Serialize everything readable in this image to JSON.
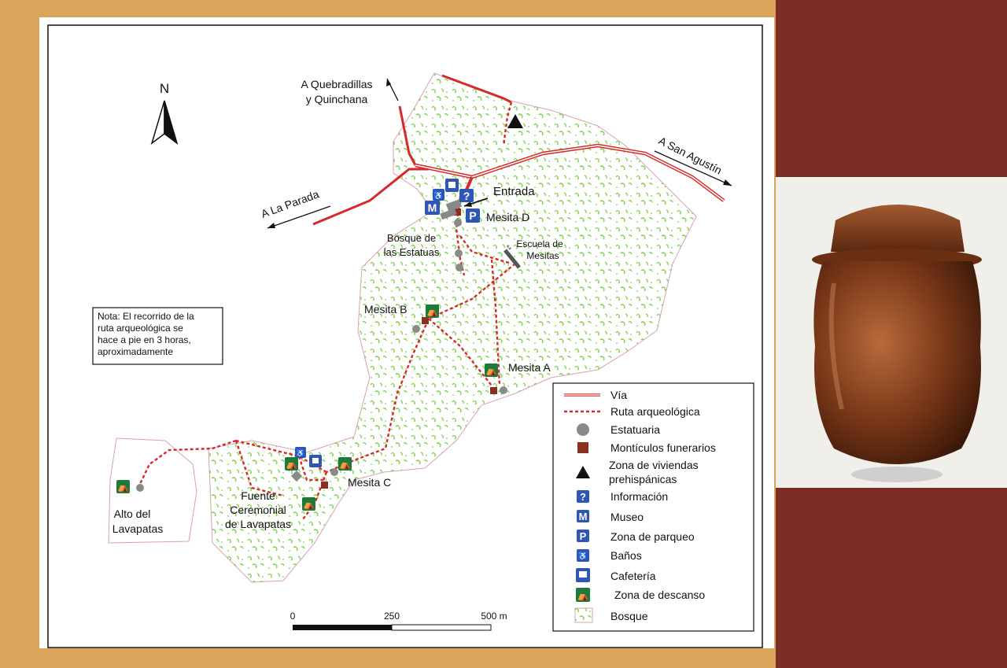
{
  "map": {
    "north_label": "N",
    "destinations": {
      "quebradillas_line1": "A Quebradillas",
      "quebradillas_line2": "y Quinchana",
      "san_agustin": "A San Agustín",
      "la_parada": "A La Parada"
    },
    "sites": {
      "entrada": "Entrada",
      "mesita_d": "Mesita D",
      "bosque_line1": "Bosque de",
      "bosque_line2": "las Estatuas",
      "escuela_line1": "Escuela de",
      "escuela_line2": "Mesitas",
      "mesita_b": "Mesita B",
      "mesita_a": "Mesita A",
      "mesita_c": "Mesita C",
      "fuente_line1": "Fuente",
      "fuente_line2": "Ceremonial",
      "fuente_line3": "de Lavapatas",
      "alto_line1": "Alto del",
      "alto_line2": "Lavapatas"
    },
    "note_lines": [
      "Nota: El recorrido de la",
      "ruta arqueológica se",
      "hace a pie en 3 horas,",
      "aproximadamente"
    ],
    "scale": {
      "labels": [
        "0",
        "250",
        "500 m"
      ]
    },
    "legend": [
      {
        "icon": "road-icon",
        "label": "Vía"
      },
      {
        "icon": "trail-icon",
        "label": "Ruta arqueológica"
      },
      {
        "icon": "statue-dot-icon",
        "label": "Estatuaria"
      },
      {
        "icon": "mound-square-icon",
        "label": "Montículos funerarios"
      },
      {
        "icon": "triangle-icon",
        "label_lines": [
          "Zona de viviendas",
          "prehispánicas"
        ]
      },
      {
        "icon": "info-icon",
        "label": "Información",
        "glyph": "?"
      },
      {
        "icon": "museum-icon",
        "label": "Museo",
        "glyph": "M"
      },
      {
        "icon": "parking-icon",
        "label": "Zona de parqueo",
        "glyph": "P"
      },
      {
        "icon": "restroom-icon",
        "label": "Baños"
      },
      {
        "icon": "cafeteria-icon",
        "label": "Cafetería"
      },
      {
        "icon": "picnic-icon",
        "label": "Zona de descanso"
      },
      {
        "icon": "forest-icon",
        "label": "Bosque"
      }
    ],
    "colors": {
      "road": "#d42a2a",
      "trail": "#d42a2a",
      "forest": "#7ccf4a",
      "statue": "#8a8a8a",
      "mound": "#8b2f1e",
      "service_blue": "#2f55b5",
      "rest_green": "#1e7a3a",
      "page_tan": "#d9a55a",
      "photo_maroon": "#7c2b25"
    }
  }
}
